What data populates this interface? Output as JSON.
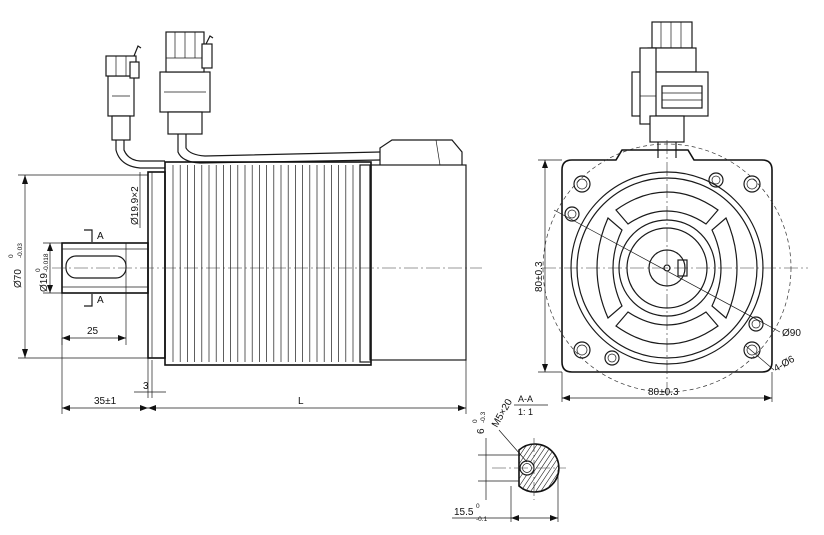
{
  "dimensions": {
    "flange_dia": "Ø70",
    "flange_dia_tol_top": "0",
    "flange_dia_tol_bottom": "-0.03",
    "shaft_dia": "Ø19",
    "shaft_dia_tol_top": "0",
    "shaft_dia_tol_bottom": "-0.018",
    "body_dia": "Ø19.9×2",
    "shaft_length": "25",
    "flange_thickness": "3",
    "shaft_extension": "35±1",
    "motor_length": "L",
    "flange_height": "80±0.3",
    "flange_width": "80±0.3",
    "bolt_circle": "Ø90",
    "mount_holes": "4-Ø6",
    "key_height": "6",
    "key_height_tol_top": "0",
    "key_height_tol_bottom": "-0.3",
    "tapped_hole": "M5×20",
    "shaft_flat": "15.5",
    "shaft_flat_tol_top": "0",
    "shaft_flat_tol_bottom": "-0.1"
  },
  "section": {
    "name": "A-A",
    "scale": "1: 1",
    "marker_top": "A",
    "marker_bottom": "A"
  }
}
